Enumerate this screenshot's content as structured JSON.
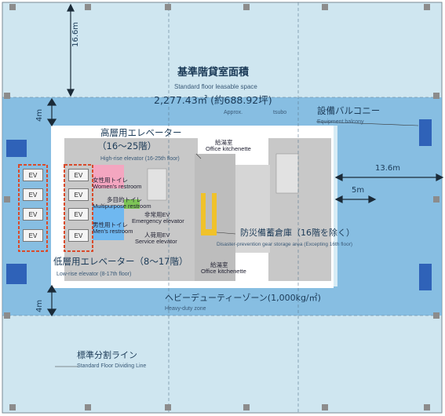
{
  "title": {
    "jp": "基準階貸室面積",
    "en": "Standard floor leasable space",
    "area_m2": "2,277.43㎡ (約688.92坪)",
    "approx": "Approx.",
    "tsubo": "tsubo"
  },
  "dimensions": {
    "top_depth": "16.6m",
    "north_zone": "4m",
    "south_zone": "4m",
    "east_depth": "13.6m",
    "east_inner": "5m"
  },
  "labels": {
    "balcony_jp": "設備バルコニー",
    "balcony_en": "Equipment balcony",
    "high_elev_jp": "高層用エレベーター",
    "high_elev_range": "（16〜25階）",
    "high_elev_en": "High-rise elevator (16-25th floor)",
    "low_elev_jp": "低層用エレベーター（8〜17階）",
    "low_elev_en": "Low-rise elevator (8-17th floor)",
    "storage_jp": "防災備蓄倉庫（16階を除く）",
    "storage_en": "Disaster-prevention gear storage area (Excepting 16th floor)",
    "heavy_jp": "ヘビーデューティーゾーン(1,000kg/㎡)",
    "heavy_en": "Heavy-duty zone",
    "divide_jp": "標準分割ライン",
    "divide_en": "Standard Floor Dividing Line"
  },
  "rooms": {
    "kitchen_top_jp": "給湯室",
    "kitchen_top_en": "Office kitchenette",
    "women_jp": "女性用トイレ",
    "women_en": "Women's restroom",
    "multi_jp": "多目的トイレ",
    "multi_en": "Multipurpose restroom",
    "men_jp": "男性用トイレ",
    "men_en": "Men's restroom",
    "emerg_jp": "非常用EV",
    "emerg_en": "Emergency elevator",
    "service_jp": "人荷用EV",
    "service_en": "Service elevator",
    "kitchen_bot_jp": "給湯室",
    "kitchen_bot_en": "Office kitchenette"
  },
  "elevator_label": "EV",
  "colors": {
    "floor_fill": "#cfe6f0",
    "heavy_zone": "#6fb0dd",
    "core": "#c8c8c8",
    "elev_frame": "#d94b2b",
    "storage": "#f0c22a",
    "balcony": "#2f62b8",
    "women": "#f4a6c0",
    "multi": "#7dc456",
    "men": "#6fb8f0"
  }
}
